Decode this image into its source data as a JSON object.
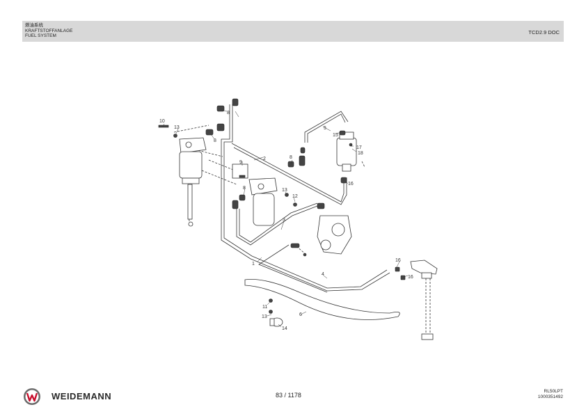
{
  "header": {
    "title_zh": "燃油系统",
    "title_de": "KRAFTSTOFFANLAGE",
    "title_en": "FUEL SYSTEM",
    "doc_id": "TCD2.9 DOC"
  },
  "callouts": {
    "c1": "1",
    "c2": "2",
    "c3": "3",
    "c4": "4",
    "c5": "5",
    "c6": "6",
    "c8a": "8",
    "c8b": "8",
    "c8c": "8",
    "c8d": "8",
    "c9": "9",
    "c10": "10",
    "c11": "11",
    "c12": "12",
    "c13a": "13",
    "c13b": "13",
    "c13c": "13",
    "c14": "14",
    "c15": "15",
    "c16a": "16",
    "c16b": "16",
    "c16c": "16",
    "c17": "17",
    "c18": "18"
  },
  "footer": {
    "brand": "WEIDEMANN",
    "page": "83 / 1178",
    "model": "RL50LPT",
    "part_no": "1000351492"
  },
  "colors": {
    "header_bg": "#d8d8d8",
    "logo_red": "#c8102e",
    "line": "#333333"
  }
}
